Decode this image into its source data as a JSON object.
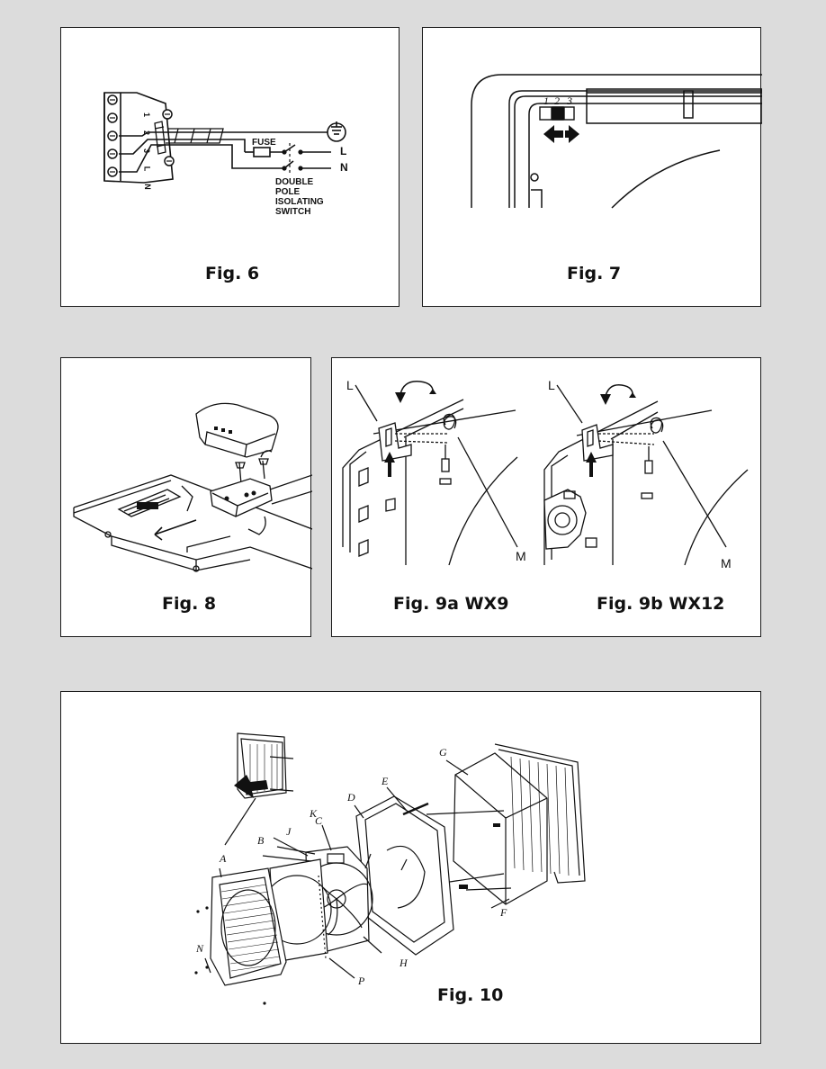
{
  "page": {
    "background": "#dcdcdc"
  },
  "fig6": {
    "caption": "Fig. 6",
    "fuse_label": "FUSE",
    "live_label": "L",
    "neutral_label": "N",
    "switch_label_lines": [
      "DOUBLE",
      "POLE",
      "ISOLATING",
      "SWITCH"
    ],
    "terminal_numbers": [
      "1",
      "2",
      "3",
      "L",
      "N"
    ],
    "earth_symbol": "earth-icon"
  },
  "fig7": {
    "caption": "Fig. 7",
    "selector_positions": [
      "1",
      "2",
      "3"
    ],
    "arrows": "double-arrow-icon"
  },
  "fig8": {
    "caption": "Fig. 8"
  },
  "fig9": {
    "caption_a": "Fig. 9a WX9",
    "caption_b": "Fig. 9b WX12",
    "label_l": "L",
    "label_m": "M"
  },
  "fig10": {
    "caption": "Fig. 10",
    "part_labels": [
      "A",
      "B",
      "C",
      "D",
      "E",
      "F",
      "G",
      "H",
      "J",
      "K",
      "N",
      "P"
    ]
  }
}
